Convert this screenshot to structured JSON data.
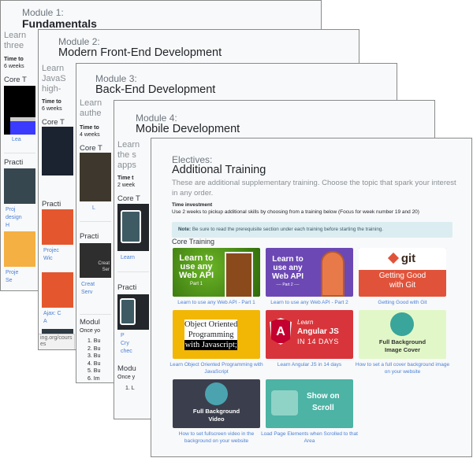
{
  "modules": [
    {
      "kicker": "Module 1:",
      "title": "Fundamentals",
      "lead": [
        "Learn",
        "three"
      ],
      "time_label": "Time to",
      "time_value": "6 weeks",
      "core": "Core T",
      "core_caption": "Lea",
      "practice": "Practi",
      "practice_captions": [
        [
          "Proj",
          "design",
          "H"
        ],
        [
          "Proje",
          "Se"
        ]
      ]
    },
    {
      "kicker": "Module 2:",
      "title": "Modern Front-End Development",
      "lead": [
        "Learn",
        "JavaS",
        "high-"
      ],
      "time_label": "Time to",
      "time_value": "6 weeks",
      "core": "Core T",
      "practice": "Practi",
      "practice_captions": [
        [
          "Projec",
          "Wic"
        ],
        [
          "Ajax: C",
          "A"
        ]
      ],
      "status_url": "ing.org/courses"
    },
    {
      "kicker": "Module 3:",
      "title": "Back-End Development",
      "lead": [
        "Learn",
        "authe"
      ],
      "time_label": "Time to",
      "time_value": "4 weeks",
      "core": "Core T",
      "core_caption": "L",
      "practice": "Practi",
      "practice_thumb": [
        "Creat",
        "Ser"
      ],
      "practice_captions": [
        [
          "Creat",
          "Serv"
        ]
      ],
      "modules_heading": "Modul",
      "modules_intro": "Once yo",
      "list": [
        "1. Bu",
        "2. Bu",
        "3. Bu",
        "4. Bu",
        "5. Bu",
        "6. Im"
      ]
    },
    {
      "kicker": "Module 4:",
      "title": "Mobile Development",
      "lead": [
        "Learn",
        "the s",
        "apps"
      ],
      "time_label": "Time t",
      "time_value": "2 week",
      "core": "Core T",
      "core_caption": "Learn",
      "practice": "Practi",
      "practice_captions": [
        [
          "P",
          "Cry",
          "chec"
        ]
      ],
      "modules_heading": "Modu",
      "modules_intro": "Once y",
      "list": [
        "1. L"
      ]
    }
  ],
  "electives": {
    "kicker": "Electives:",
    "title": "Additional Training",
    "lead": "These are additional supplementary training. Choose the topic that spark your interest in any order.",
    "time_label": "Time investment",
    "time_value": "Use 2 weeks to pickup additional skills by choosing from a training below (Focus for week number 19 and 20)",
    "note_label": "Note:",
    "note_text": " Be sure to read the prerequisite section under each training before starting the training.",
    "core_heading": "Core Training",
    "trainings": [
      {
        "caption": "Learn to use any Web API - Part 1",
        "thumb": [
          "Learn to",
          "use any",
          "Web API"
        ],
        "sub": "Part 1",
        "color": "#3f8a12"
      },
      {
        "caption": "Learn to use any Web API - Part 2",
        "thumb": [
          "Learn to",
          "use any",
          "Web API"
        ],
        "sub": "---- Part 2 ----",
        "color": "#6c48b4"
      },
      {
        "caption": "Getting Good with Git",
        "thumb": [
          "git",
          "Getting Good",
          "with Git"
        ],
        "color": "#e0533a"
      },
      {
        "caption": "Learn Object Oriented Programming with JavaScript",
        "thumb": [
          "Object Oriented",
          "Programming",
          "with Javascript;"
        ],
        "color": "#f2b705"
      },
      {
        "caption": "Learn Angular JS in 14 days",
        "thumb": [
          "Learn",
          "Angular JS",
          "IN 14 DAYS"
        ],
        "color": "#d7353b"
      },
      {
        "caption": "How to set a full cover background image on your website",
        "thumb": [
          "Full Background",
          "Image Cover"
        ],
        "color": "#e2f7c8"
      },
      {
        "caption": "How to set fullscreen video in the background on your website",
        "thumb": [
          "Full Background",
          "Video"
        ],
        "color": "#3b3f4d"
      },
      {
        "caption": "Load Page Elements when Scrolled to that Area",
        "thumb": [
          "Show on",
          "Scroll"
        ],
        "color": "#4cb3a5"
      }
    ]
  }
}
